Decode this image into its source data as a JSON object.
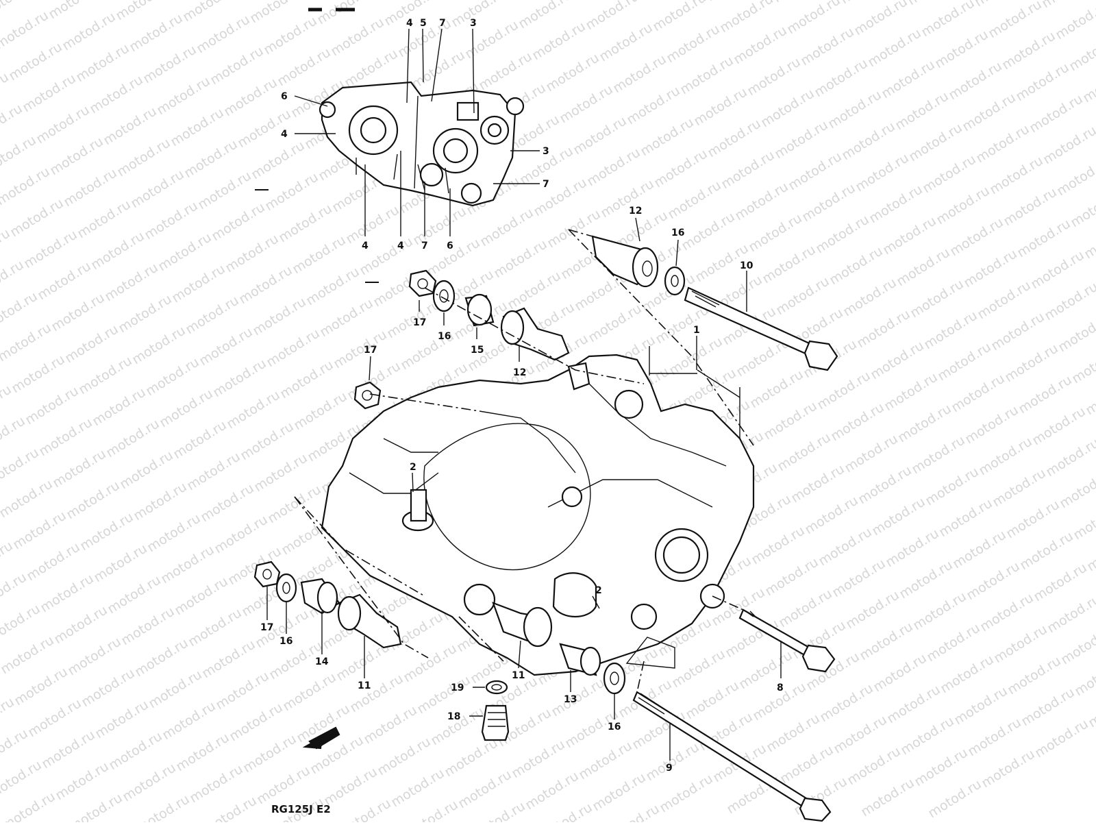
{
  "diagram": {
    "model_code": "RG125J E2",
    "watermark": "motod.ru",
    "callouts": {
      "c1": "1",
      "c2a": "2",
      "c2b": "2",
      "c3a": "3",
      "c3b": "3",
      "c4a": "4",
      "c4b": "4",
      "c4c": "4",
      "c4d": "4",
      "c5": "5",
      "c6a": "6",
      "c6b": "6",
      "c7a": "7",
      "c7b": "7",
      "c7c": "7",
      "c8": "8",
      "c9": "9",
      "c10": "10",
      "c11a": "11",
      "c11b": "11",
      "c12a": "12",
      "c12b": "12",
      "c13": "13",
      "c14": "14",
      "c15": "15",
      "c16a": "16",
      "c16b": "16",
      "c16c": "16",
      "c16d": "16",
      "c17a": "17",
      "c17b": "17",
      "c17c": "17",
      "c18": "18",
      "c19": "19"
    }
  }
}
